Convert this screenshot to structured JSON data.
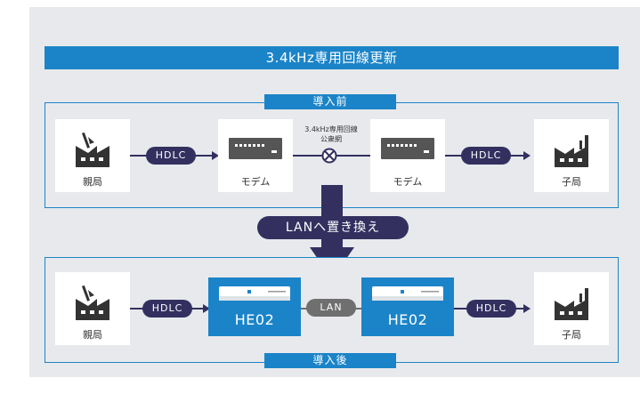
{
  "title": "3.4kHz専用回線更新",
  "before": {
    "label": "導入前",
    "parent": "親局",
    "modem_left": "モデム",
    "line_label": "3.4kHz専用回線\n公衆網",
    "modem_right": "モデム",
    "child": "子局",
    "hdlc_left": "HDLC",
    "hdlc_right": "HDLC"
  },
  "replace": "LANへ置き換え",
  "after": {
    "label": "導入後",
    "parent": "親局",
    "device_left": "HE02",
    "lan": "LAN",
    "device_right": "HE02",
    "child": "子局",
    "hdlc_left": "HDLC",
    "hdlc_right": "HDLC"
  },
  "colors": {
    "accent": "#1b84c8",
    "navy": "#333060",
    "panel": "#e8e9ec"
  }
}
